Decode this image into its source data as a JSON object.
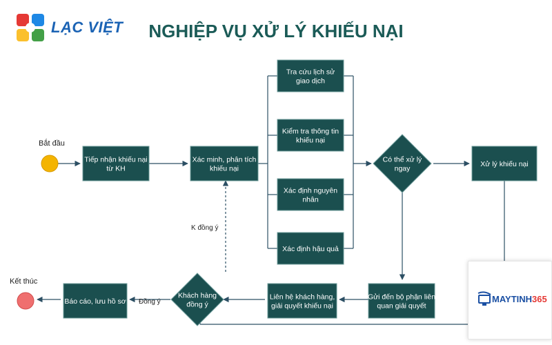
{
  "header": {
    "brand": "LẠC VIỆT",
    "title": "NGHIỆP VỤ XỬ LÝ KHIẾU NẠI"
  },
  "colors": {
    "box_fill": "#1b4f4f",
    "box_stroke": "#6f9c9b",
    "start": "#f4b400",
    "end": "#ef6f6f",
    "arrow": "#2c4f64",
    "brand_blue": "#1b63b4",
    "title": "#1b5b57"
  },
  "flow": {
    "start_label": "Bắt đầu",
    "end_label": "Kết thúc",
    "receive": [
      "Tiếp nhận khiếu nại",
      "từ KH"
    ],
    "verify": [
      "Xác minh, phân tích",
      "khiếu nại"
    ],
    "history": [
      "Tra cứu lịch sử",
      "giao dịch"
    ],
    "check_info": [
      "Kiểm tra thông tin",
      "khiếu nại"
    ],
    "cause": [
      "Xác định nguyên",
      "nhân"
    ],
    "consequence": [
      "Xác định hậu quả"
    ],
    "can_handle": [
      "Có thể xử lý",
      "ngay"
    ],
    "handle": [
      "Xử lý khiếu nại"
    ],
    "send_dept": [
      "Gửi đến bộ phận liên",
      "quan giải quyết"
    ],
    "contact": [
      "Liên hệ khách hàng,",
      "giải quyết khiếu nại"
    ],
    "agree": [
      "Khách hàng",
      "đồng ý"
    ],
    "report": [
      "Báo cáo, lưu hồ sơ"
    ],
    "label_agree": "Đồng ý",
    "label_disagree": "K đồng ý"
  },
  "watermark": {
    "brand_a": "MAYTINH",
    "brand_b": "365",
    "icon": "computer-icon"
  }
}
